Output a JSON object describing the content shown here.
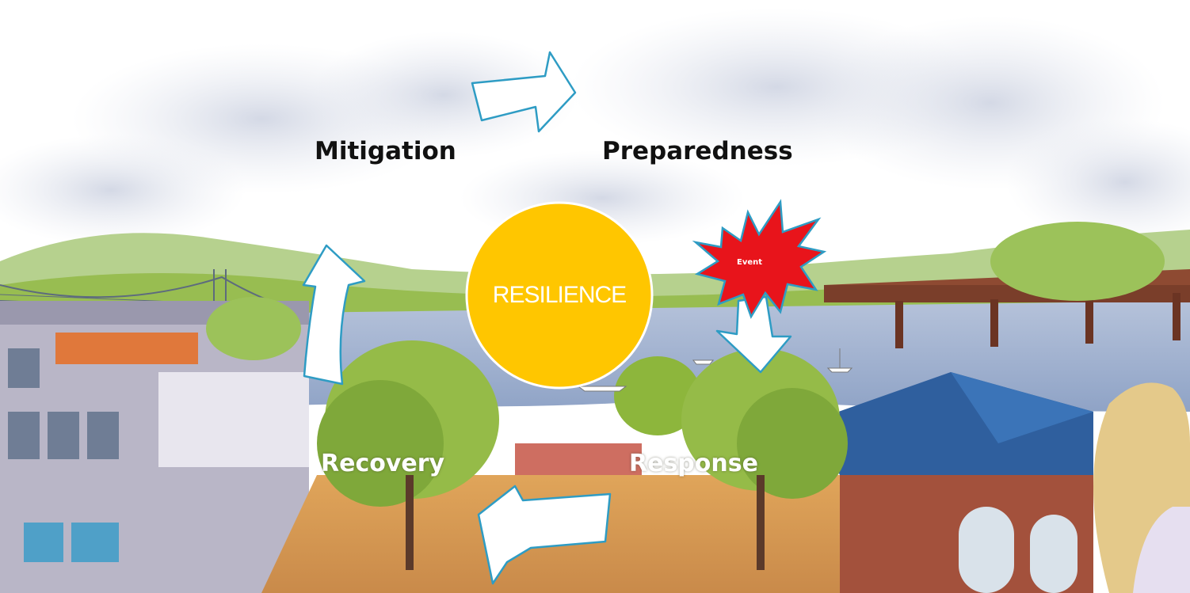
{
  "diagram": {
    "stages": {
      "mitigation": "Mitigation",
      "preparedness": "Preparedness",
      "response": "Response",
      "recovery": "Recovery"
    },
    "center": "RESILIENCE",
    "event": "Event"
  },
  "colors": {
    "center_circle": "#FFC600",
    "event_burst": "#E8141B",
    "arrow_fill": "#ffffff",
    "arrow_stroke": "#2E9CC4",
    "river": "#9DB0CF",
    "foliage": "#8DB63C",
    "roof": "#2F5F9E"
  },
  "background": {
    "description_icon": "watercolor-waterfront-illustration"
  }
}
